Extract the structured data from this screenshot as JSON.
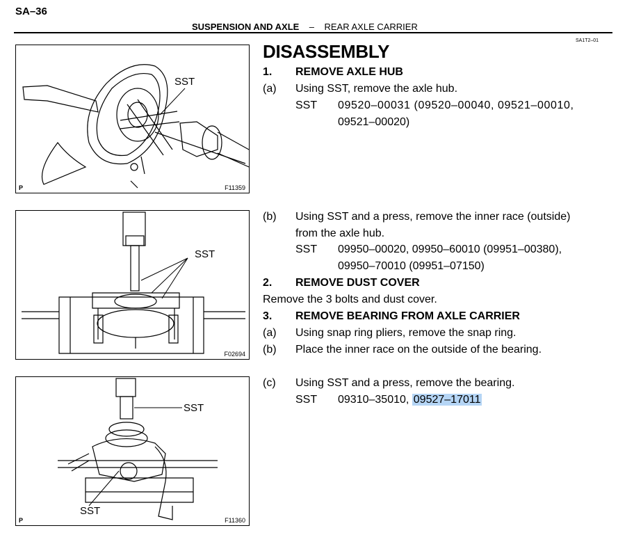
{
  "header": {
    "page_number": "SA–36",
    "section": "SUSPENSION AND AXLE",
    "separator": "–",
    "subsection": "REAR AXLE CARRIER",
    "page_code": "SA1T2–01"
  },
  "title": "DISASSEMBLY",
  "figures": [
    {
      "label": "SST",
      "code": "F11359",
      "icon": "P"
    },
    {
      "label": "SST",
      "code": "F02694"
    },
    {
      "label_top": "SST",
      "label_bottom": "SST",
      "code": "F11360",
      "icon": "P"
    }
  ],
  "steps": {
    "s1_num": "1.",
    "s1_title": "REMOVE AXLE HUB",
    "s1a_marker": "(a)",
    "s1a_text": "Using SST, remove the axle hub.",
    "s1a_sst_label": "SST",
    "s1a_sst_line1": "09520–00031 (09520–00040, 09521–00010,",
    "s1a_sst_line2": "09521–00020)",
    "s1b_marker": "(b)",
    "s1b_line1": "Using SST and a press, remove the inner race (outside)",
    "s1b_line2": "from the axle hub.",
    "s1b_sst_label": "SST",
    "s1b_sst_line1": "09950–00020, 09950–60010 (09951–00380),",
    "s1b_sst_line2": "09950–70010 (09951–07150)",
    "s2_num": "2.",
    "s2_title": "REMOVE DUST COVER",
    "s2_text": "Remove the 3 bolts and dust cover.",
    "s3_num": "3.",
    "s3_title": "REMOVE BEARING FROM AXLE CARRIER",
    "s3a_marker": "(a)",
    "s3a_text": "Using snap ring pliers, remove the snap ring.",
    "s3b_marker": "(b)",
    "s3b_text": "Place the inner race on the outside of the bearing.",
    "s3c_marker": "(c)",
    "s3c_text": "Using SST and a press, remove the bearing.",
    "s3c_sst_label": "SST",
    "s3c_sst_part1": "09310–35010,",
    "s3c_sst_part2": "09527–17011"
  }
}
